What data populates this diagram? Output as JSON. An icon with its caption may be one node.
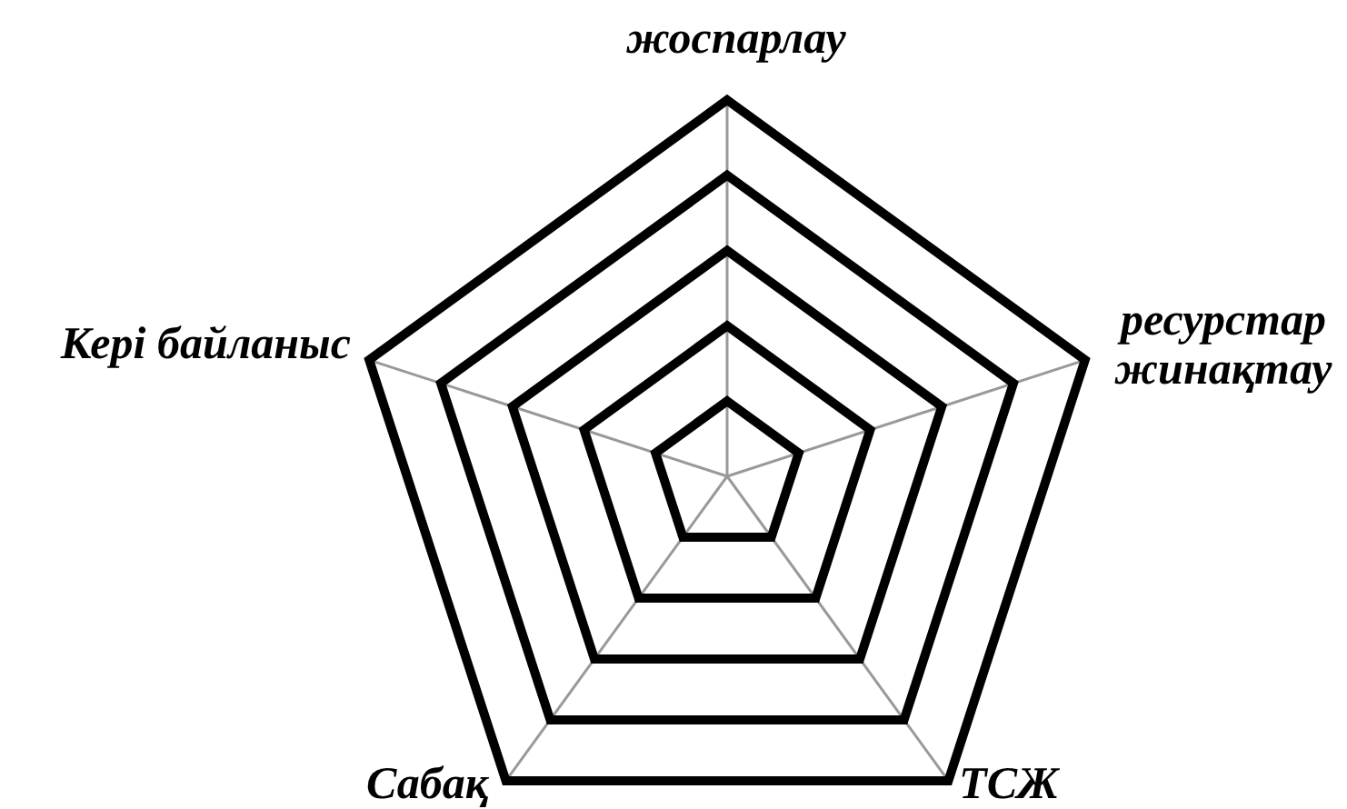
{
  "diagram": {
    "labels": [
      "жоспарлау",
      "Кері байланыс",
      "ресурстар жинақтау",
      "Сабақ",
      "ТСЖ"
    ]
  }
}
